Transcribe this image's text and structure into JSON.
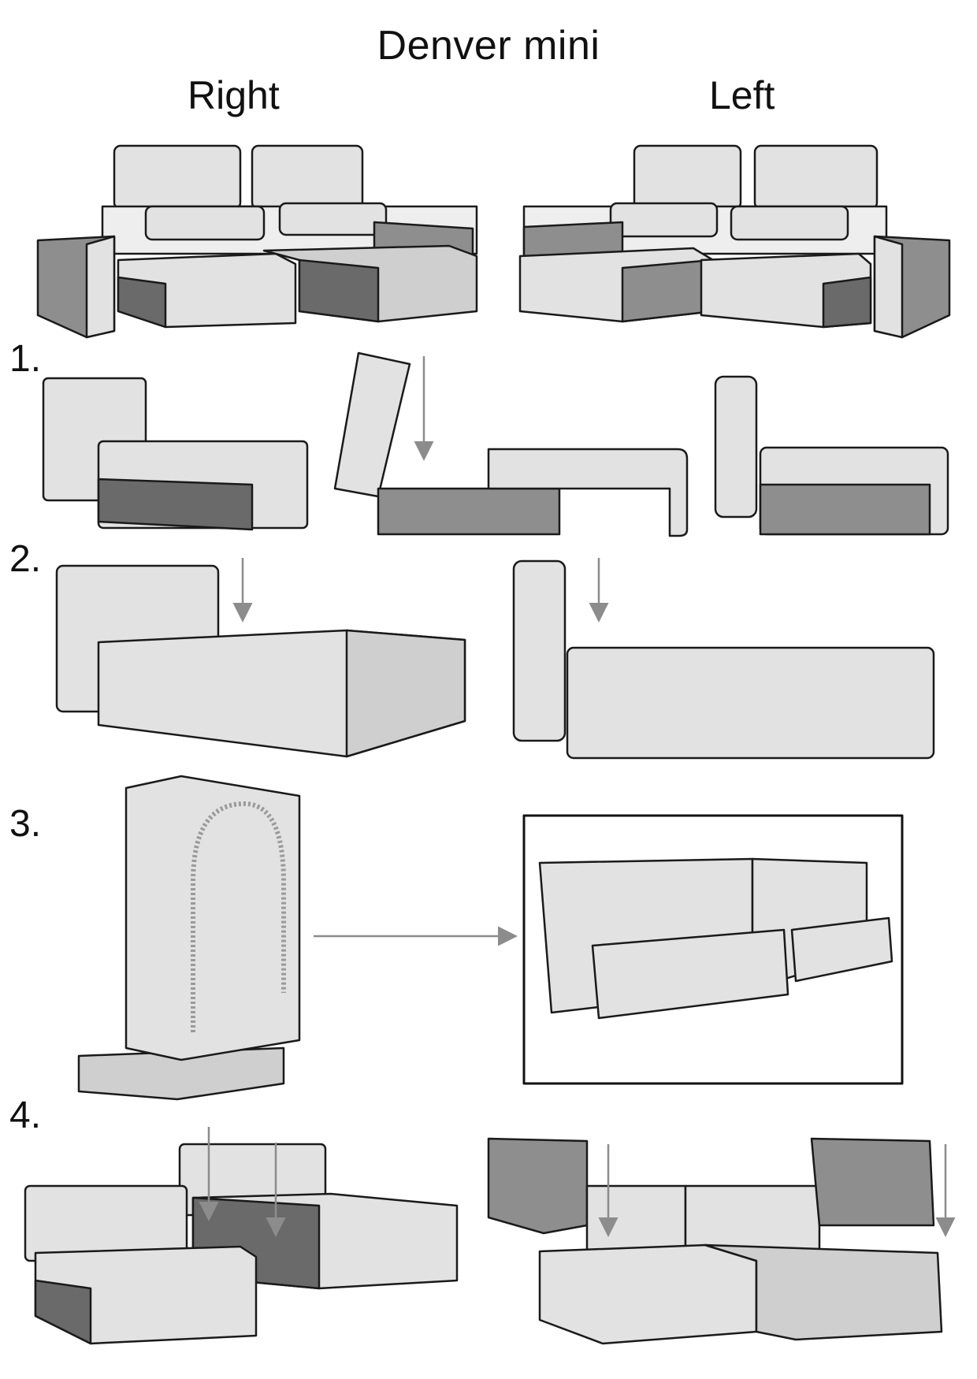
{
  "title": "Denver mini",
  "columns": {
    "right": "Right",
    "left": "Left"
  },
  "steps": [
    "1.",
    "2.",
    "3.",
    "4."
  ],
  "colors": {
    "light": "#e2e2e2",
    "mid": "#c8c8c8",
    "dark": "#8e8e8e",
    "darker": "#6a6a6a",
    "stroke": "#1a1a1a",
    "arrow": "#8c8c8c"
  }
}
